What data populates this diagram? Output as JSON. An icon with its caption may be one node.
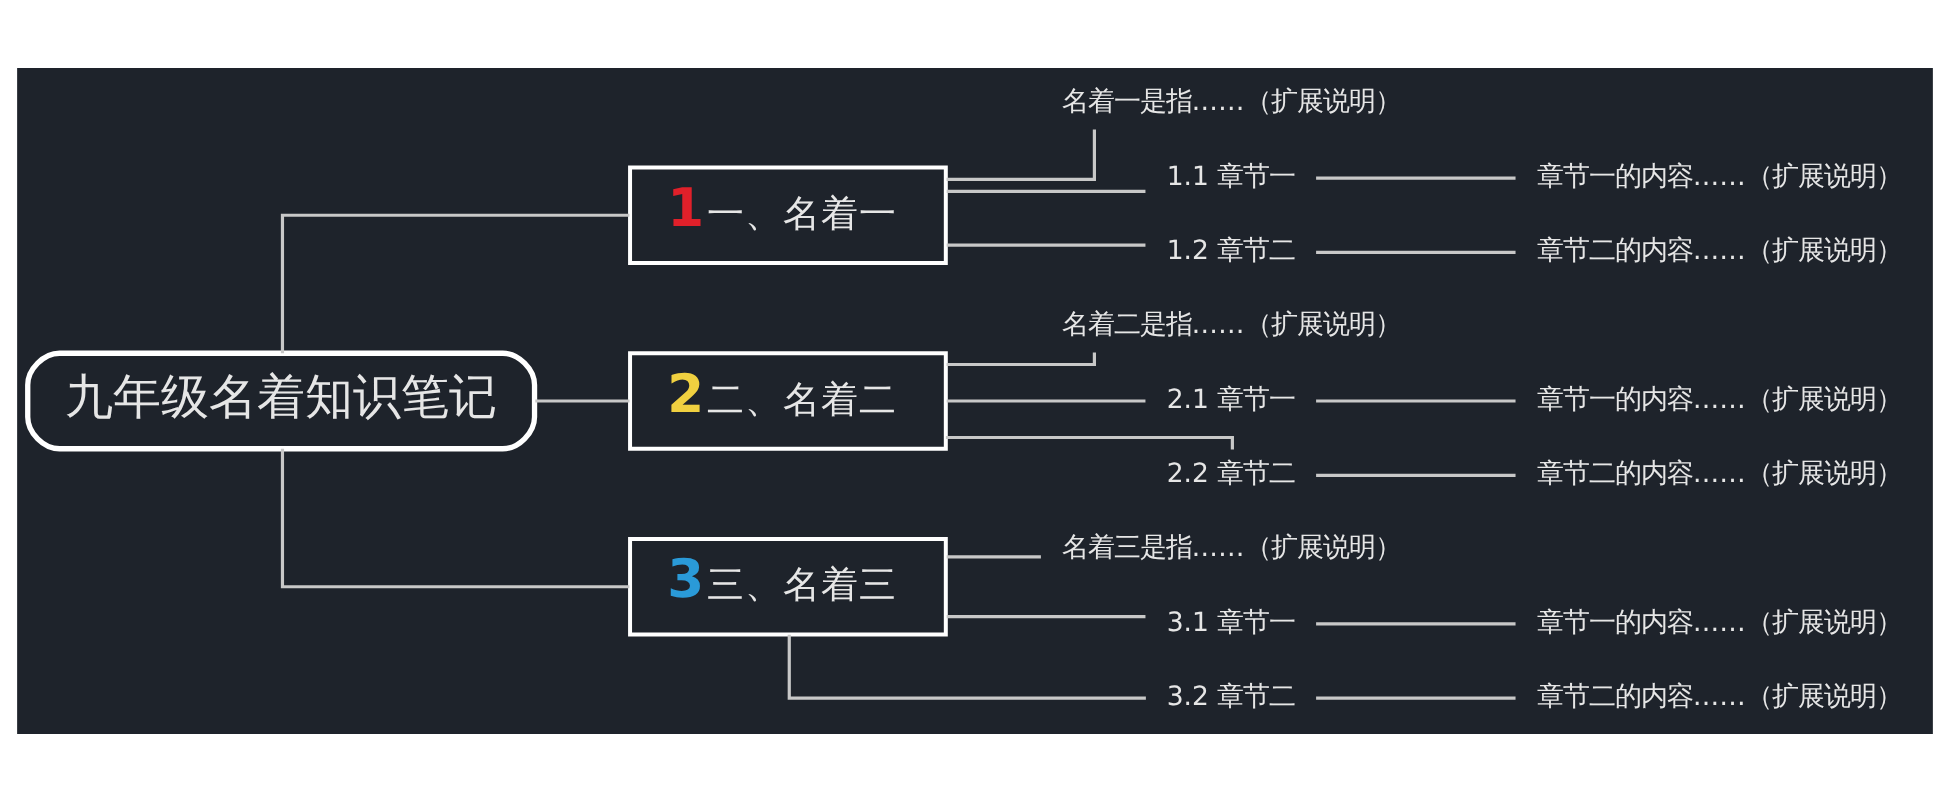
{
  "diagram": {
    "nodes": [
      {
        "text": [
          "九年级名着知识笔记"
        ]
      },
      {
        "text": [
          "1",
          "一、名着一"
        ]
      },
      {
        "text": [
          "名着一是指……（扩展说明）"
        ]
      },
      {
        "text": [
          "1.1 章节一"
        ]
      },
      {
        "text": [
          "章节一的内容……（扩展说明）"
        ]
      },
      {
        "text": [
          "1.2 章节二"
        ]
      },
      {
        "text": [
          "章节二的内容……（扩展说明）"
        ]
      },
      {
        "text": [
          "2",
          "二、名着二"
        ]
      },
      {
        "text": [
          "名着二是指……（扩展说明）"
        ]
      },
      {
        "text": [
          "2.1 章节一"
        ]
      },
      {
        "text": [
          "章节一的内容……（扩展说明）"
        ]
      },
      {
        "text": [
          "2.2 章节二"
        ]
      },
      {
        "text": [
          "章节二的内容……（扩展说明）"
        ]
      },
      {
        "text": [
          "3",
          "三、名着三"
        ]
      },
      {
        "text": [
          "名着三是指……（扩展说明）"
        ]
      },
      {
        "text": [
          "3.1 章节一"
        ]
      },
      {
        "text": [
          "章节一的内容……（扩展说明）"
        ]
      },
      {
        "text": [
          "3.2 章节二"
        ]
      },
      {
        "text": [
          "章节二的内容……（扩展说明）"
        ]
      }
    ],
    "edges": [
      {
        "from": 0,
        "to": 1,
        "arrow": "none"
      },
      {
        "from": 1,
        "to": 2,
        "arrow": "none"
      },
      {
        "from": 1,
        "to": 3,
        "arrow": "none"
      },
      {
        "from": 3,
        "to": 4,
        "arrow": "none"
      },
      {
        "from": 1,
        "to": 5,
        "arrow": "none"
      },
      {
        "from": 5,
        "to": 6,
        "arrow": "none"
      },
      {
        "from": 0,
        "to": 7,
        "arrow": "none"
      },
      {
        "from": 7,
        "to": 8,
        "arrow": "none"
      },
      {
        "from": 7,
        "to": 9,
        "arrow": "none"
      },
      {
        "from": 9,
        "to": 10,
        "arrow": "none"
      },
      {
        "from": 7,
        "to": 11,
        "arrow": "none"
      },
      {
        "from": 11,
        "to": 12,
        "arrow": "none"
      },
      {
        "from": 0,
        "to": 13,
        "arrow": "none"
      },
      {
        "from": 13,
        "to": 14,
        "arrow": "none"
      },
      {
        "from": 13,
        "to": 15,
        "arrow": "none"
      },
      {
        "from": 15,
        "to": 16,
        "arrow": "none"
      },
      {
        "from": 13,
        "to": 17,
        "arrow": "none"
      },
      {
        "from": 17,
        "to": 18,
        "arrow": "none"
      }
    ]
  }
}
